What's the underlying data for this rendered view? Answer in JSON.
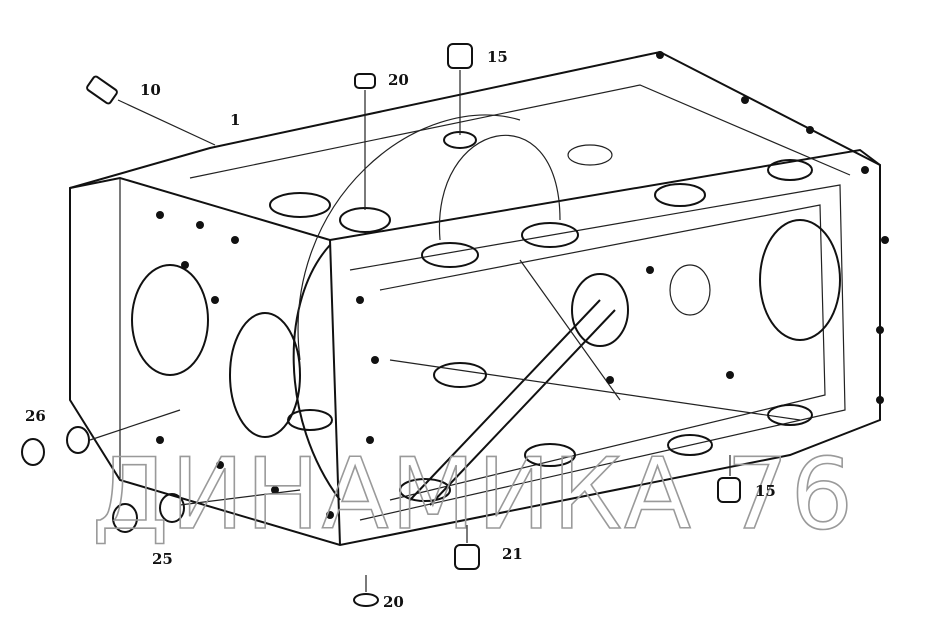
{
  "diagram": {
    "watermark": "ДИНАМИКА 76",
    "callouts": [
      {
        "id": "10",
        "text": "10"
      },
      {
        "id": "1",
        "text": "1"
      },
      {
        "id": "20-top",
        "text": "20"
      },
      {
        "id": "15-top",
        "text": "15"
      },
      {
        "id": "26",
        "text": "26"
      },
      {
        "id": "25",
        "text": "25"
      },
      {
        "id": "15-right",
        "text": "15"
      },
      {
        "id": "21",
        "text": "21"
      },
      {
        "id": "20-bottom",
        "text": "20"
      }
    ],
    "colors": {
      "line": "#111111",
      "watermark": "#9a9a9a",
      "background": "#ffffff"
    }
  }
}
